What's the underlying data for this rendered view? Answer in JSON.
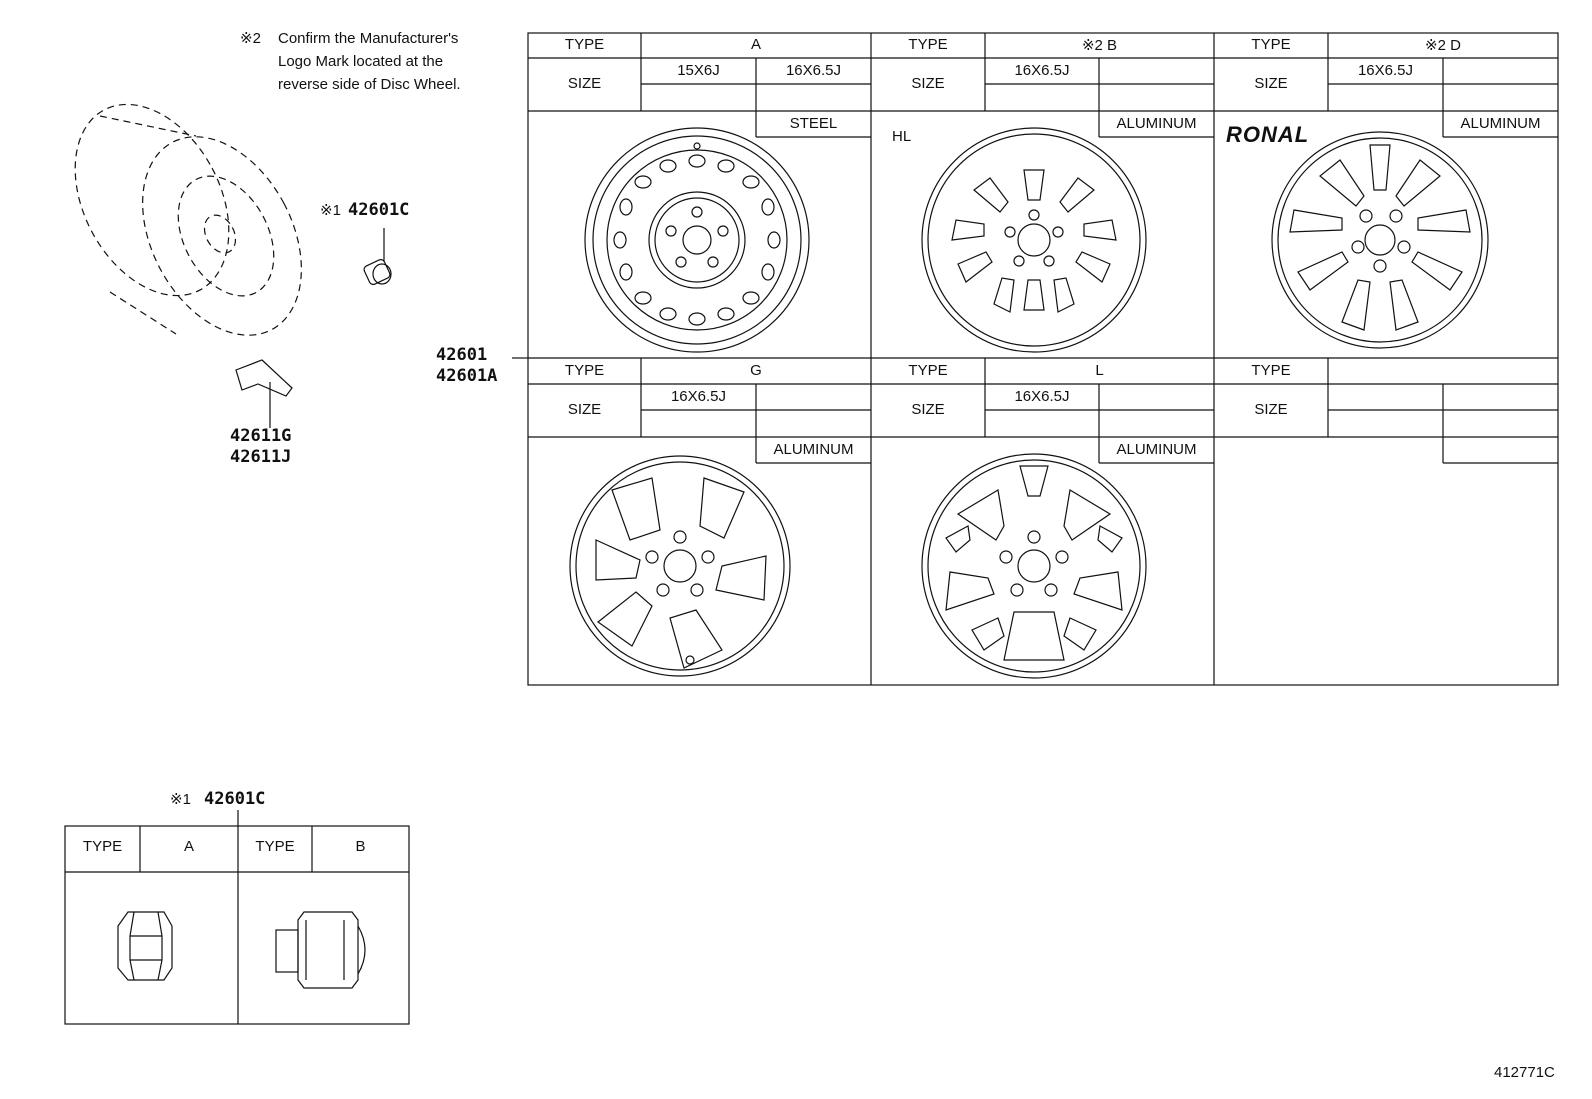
{
  "note": {
    "mark": "※2",
    "line1": "Confirm the Manufacturer's",
    "line2": "Logo Mark located at the",
    "line3": "reverse side of Disc Wheel."
  },
  "parts": {
    "nut_callout_mark": "※1",
    "nut_callout_pn": "42601C",
    "wheel_pn_1": "42601",
    "wheel_pn_2": "42601A",
    "valve_pn_1": "42611G",
    "valve_pn_2": "42611J"
  },
  "labels": {
    "type": "TYPE",
    "size": "SIZE"
  },
  "wheels": [
    {
      "type": "A",
      "size1": "15X6J",
      "size2": "16X6.5J",
      "material": "STEEL",
      "extra": ""
    },
    {
      "type": "※2 B",
      "size1": "16X6.5J",
      "size2": "",
      "material": "ALUMINUM",
      "extra": "HL"
    },
    {
      "type": "※2 D",
      "size1": "16X6.5J",
      "size2": "",
      "material": "ALUMINUM",
      "extra": "RONAL"
    },
    {
      "type": "G",
      "size1": "16X6.5J",
      "size2": "",
      "material": "ALUMINUM",
      "extra": ""
    },
    {
      "type": "L",
      "size1": "16X6.5J",
      "size2": "",
      "material": "ALUMINUM",
      "extra": ""
    },
    {
      "type": "",
      "size1": "",
      "size2": "",
      "material": "",
      "extra": ""
    }
  ],
  "nut_table": {
    "title_mark": "※1",
    "title_pn": "42601C",
    "type_a": "A",
    "type_b": "B"
  },
  "figure_code": "412771C"
}
